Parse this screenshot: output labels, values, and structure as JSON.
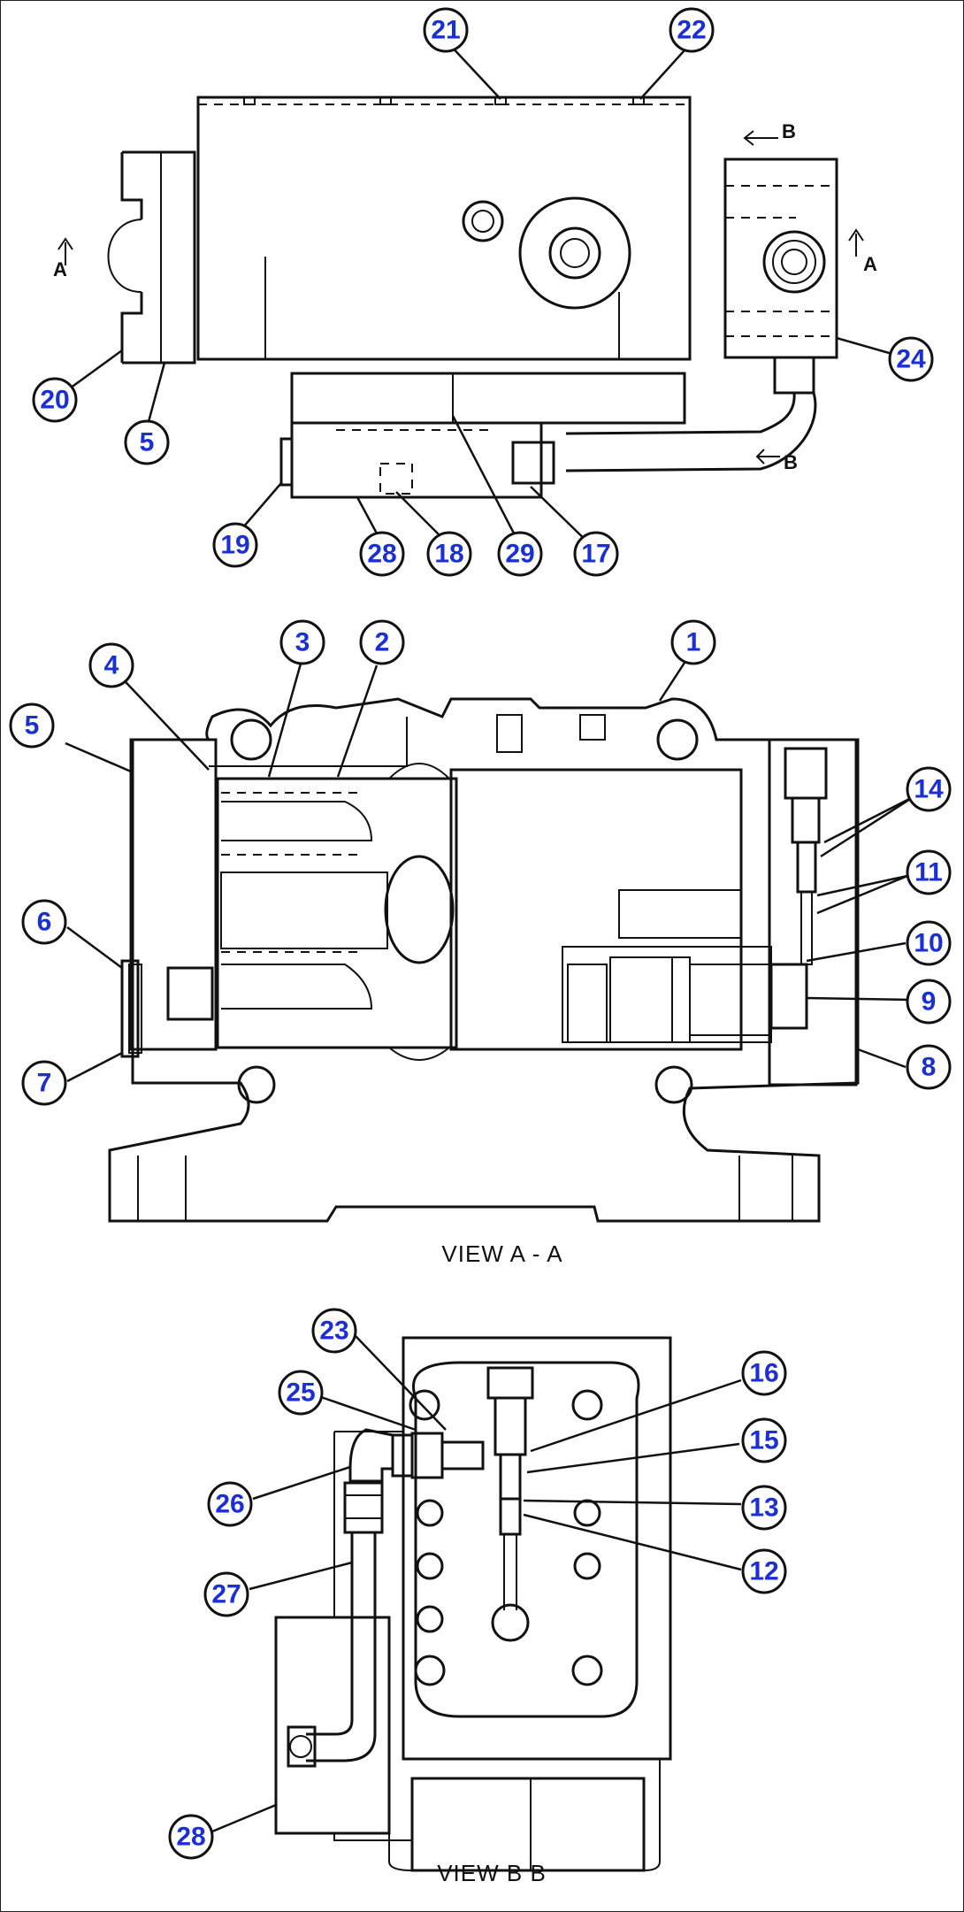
{
  "views": [
    {
      "id": "top",
      "caption": ""
    },
    {
      "id": "a",
      "caption": "VIEW  A - A"
    },
    {
      "id": "b",
      "caption": "VIEW  B   B"
    }
  ],
  "section_marks": {
    "a": "A",
    "b": "B"
  },
  "callouts": {
    "c21": "21",
    "c22": "22",
    "c24": "24",
    "c20": "20",
    "c5_top": "5",
    "c19": "19",
    "c28_top": "28",
    "c18": "18",
    "c29": "29",
    "c17": "17",
    "c4": "4",
    "c3": "3",
    "c2": "2",
    "c1": "1",
    "c5_a": "5",
    "c14": "14",
    "c11": "11",
    "c6": "6",
    "c10": "10",
    "c9": "9",
    "c7": "7",
    "c8": "8",
    "c23": "23",
    "c16": "16",
    "c25": "25",
    "c15": "15",
    "c26": "26",
    "c13": "13",
    "c27": "27",
    "c12": "12",
    "c28_b": "28"
  },
  "colors": {
    "callout_text": "#1a2fd6",
    "line": "#111111",
    "background": "#ffffff"
  }
}
